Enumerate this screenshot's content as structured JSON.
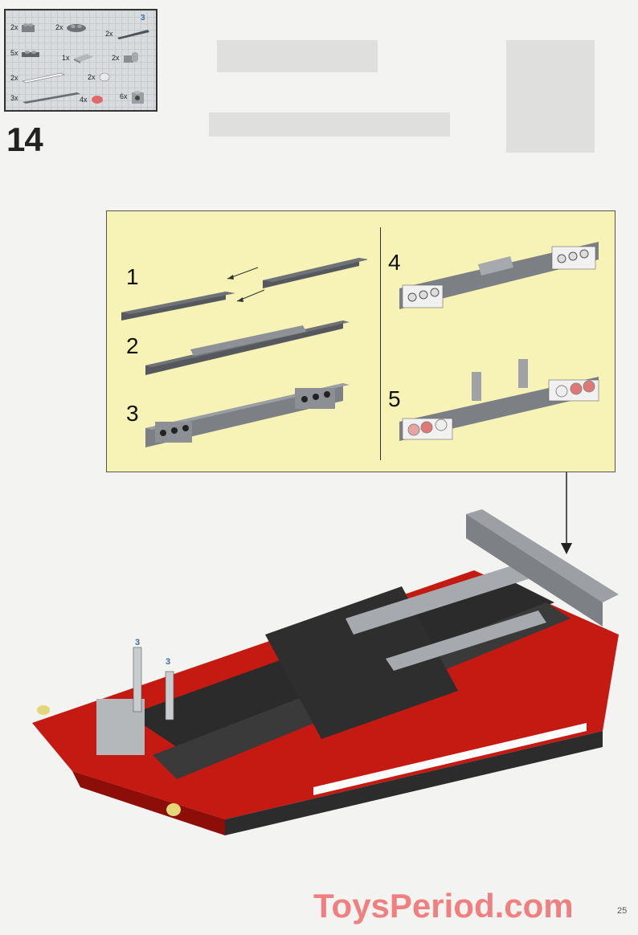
{
  "parts_list": {
    "items": [
      {
        "qty": "2x",
        "name": "brick-1x2"
      },
      {
        "qty": "2x",
        "name": "plate-2x2-round"
      },
      {
        "qty": "2x",
        "name": "axle-long",
        "callout": "3"
      },
      {
        "qty": "5x",
        "name": "plate-1x2"
      },
      {
        "qty": "1x",
        "name": "tile-2x4"
      },
      {
        "qty": "2x",
        "name": "hose-connector"
      },
      {
        "qty": "2x",
        "name": "plate-1x6"
      },
      {
        "qty": "2x",
        "name": "bush-round"
      },
      {
        "qty": "3x",
        "name": "plate-1x8"
      },
      {
        "qty": "4x",
        "name": "cap-round-red"
      },
      {
        "qty": "6x",
        "name": "brick-1x1-technic"
      }
    ]
  },
  "step": {
    "number": "14"
  },
  "substeps": [
    "1",
    "2",
    "3",
    "4",
    "5"
  ],
  "main": {
    "axle_labels": [
      "3",
      "3"
    ]
  },
  "colors": {
    "panel": "#f7f2b6",
    "red": "#c41a12",
    "black": "#2b2b2b",
    "gray": "#a6a9ad",
    "axle_label": "#3a6ea5",
    "watermark": "#f07f7f"
  },
  "watermark": "ToysPeriod.com",
  "page_number": "25"
}
